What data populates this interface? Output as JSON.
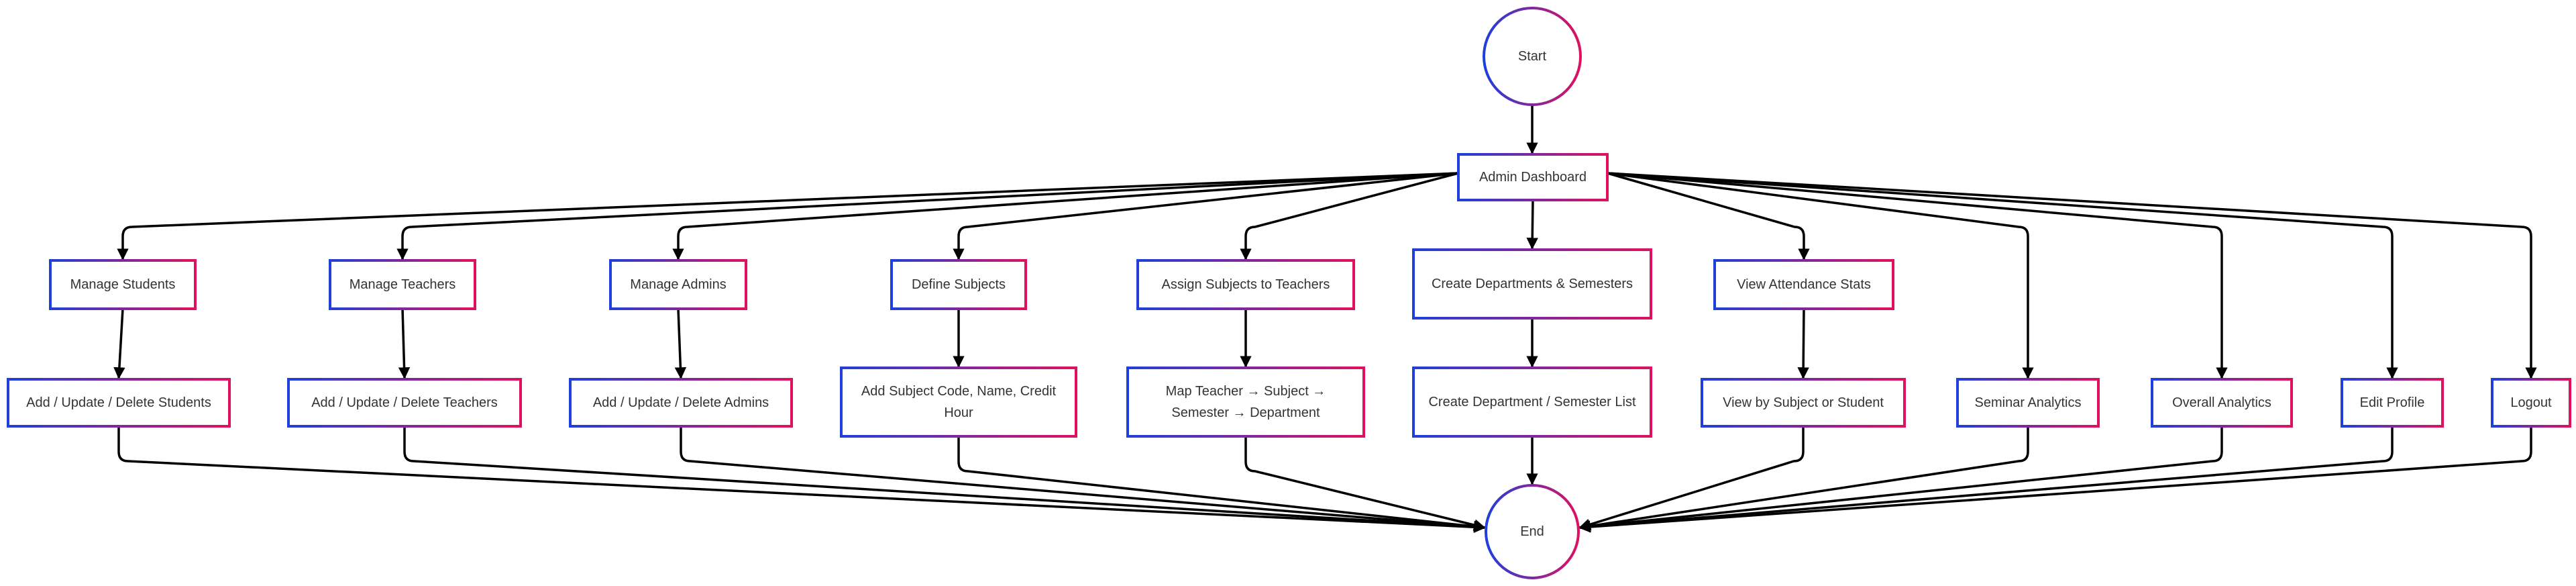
{
  "diagram": {
    "colors": {
      "gradient_start": "#1f3fdc",
      "gradient_end": "#e01060",
      "edge": "#000000",
      "text": "#333333"
    },
    "nodes": {
      "start": "Start",
      "end": "End",
      "admin_dashboard": "Admin Dashboard",
      "manage_students": "Manage Students",
      "manage_teachers": "Manage Teachers",
      "manage_admins": "Manage Admins",
      "define_subjects": "Define Subjects",
      "assign_subjects": "Assign Subjects to Teachers",
      "create_departments": "Create Departments & Semesters",
      "view_attendance": "View Attendance Stats",
      "seminar_analytics": "Seminar Analytics",
      "overall_analytics": "Overall Analytics",
      "edit_profile": "Edit Profile",
      "logout": "Logout",
      "crud_students": "Add / Update / Delete Students",
      "crud_teachers": "Add / Update / Delete Teachers",
      "crud_admins": "Add / Update / Delete Admins",
      "subject_details": "Add Subject Code, Name, Credit Hour",
      "map_teacher": "Map Teacher → Subject → Semester → Department",
      "dept_list": "Create Department / Semester List",
      "view_by": "View by Subject or Student"
    }
  }
}
